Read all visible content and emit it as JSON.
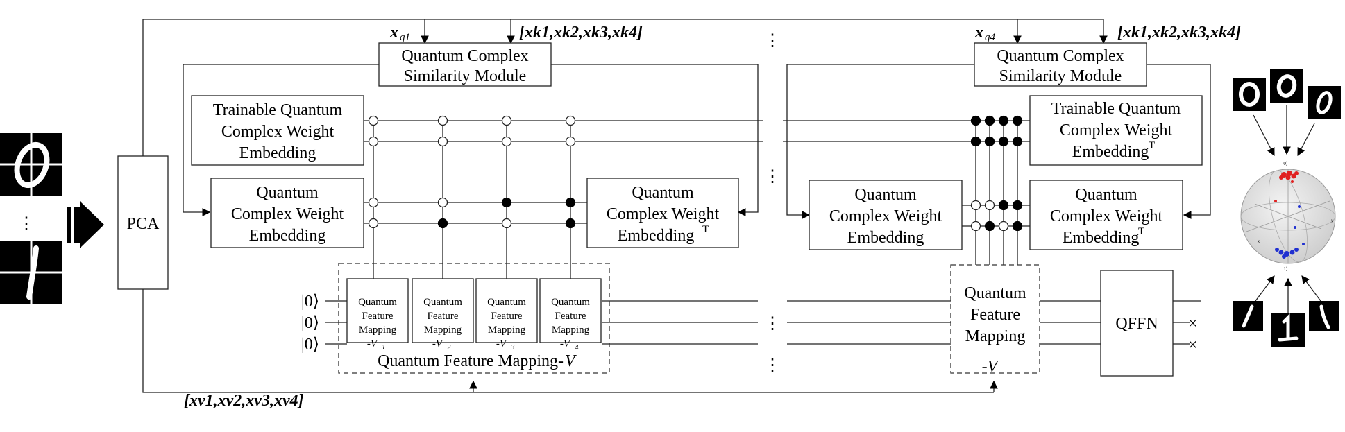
{
  "labels": {
    "pca": "PCA",
    "qcsm_line1": "Quantum Complex",
    "qcsm_line2": "Similarity Module",
    "trainable_line1": "Trainable Quantum",
    "trainable_line2": "Complex Weight",
    "trainable_line3": "Embedding",
    "qcwe_line1": "Quantum",
    "qcwe_line2": "Complex Weight",
    "qcwe_line3": "Embedding",
    "transpose": "T",
    "qfm_line1": "Quantum",
    "qfm_line2": "Feature",
    "qfm_line3": "Mapping",
    "qfm_v_prefix": "-V",
    "qfm_big_title_prefix": "Quantum Feature Mapping-",
    "qfm_big_title_v": "V",
    "qffn": "QFFN",
    "ket0": "|0⟩",
    "ellipsis": "⋮",
    "measure": "×",
    "xq": "x",
    "xq1_sub": "q1",
    "xq4_sub": "q4",
    "keys": "[xk1,xk2,xk3,xk4]",
    "values": "[xv1,xv2,xv3,xv4]",
    "bloch_top": "|0⟩",
    "bloch_bottom": "|1⟩",
    "bloch_x": "x",
    "bloch_y": "y"
  },
  "subscripts": [
    "1",
    "2",
    "3",
    "4"
  ],
  "colors": {
    "line": "#222222",
    "fill_control": "#000000",
    "bloch_red": "#e02020",
    "bloch_blue": "#2030d0",
    "digit_bg": "#000000",
    "digit_fg": "#ffffff"
  }
}
